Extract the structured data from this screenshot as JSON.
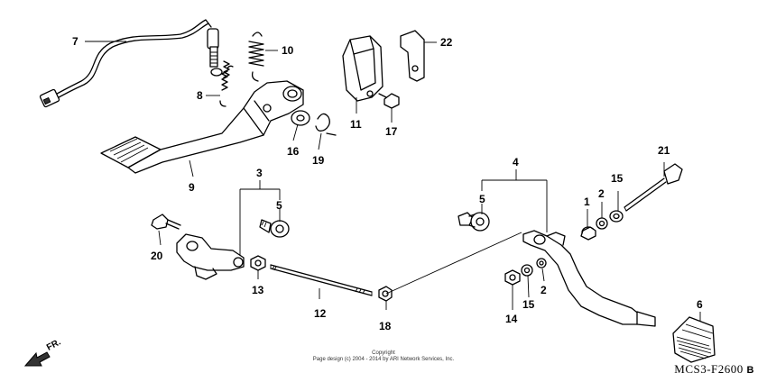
{
  "callouts": {
    "c1": "1",
    "c2a": "2",
    "c2b": "2",
    "c3": "3",
    "c4": "4",
    "c5a": "5",
    "c5b": "5",
    "c6": "6",
    "c7": "7",
    "c8": "8",
    "c9": "9",
    "c10": "10",
    "c11": "11",
    "c12": "12",
    "c13": "13",
    "c14": "14",
    "c15a": "15",
    "c15b": "15",
    "c16": "16",
    "c17": "17",
    "c18": "18",
    "c19": "19",
    "c20": "20",
    "c21": "21",
    "c22": "22"
  },
  "direction_marker": "FR.",
  "copyright": {
    "line1": "Copyright",
    "line2": "Page design (c) 2004 - 2014 by ARI Network Services, Inc."
  },
  "diagram_code": {
    "code": "MCS3-F2600",
    "suffix": "B"
  }
}
